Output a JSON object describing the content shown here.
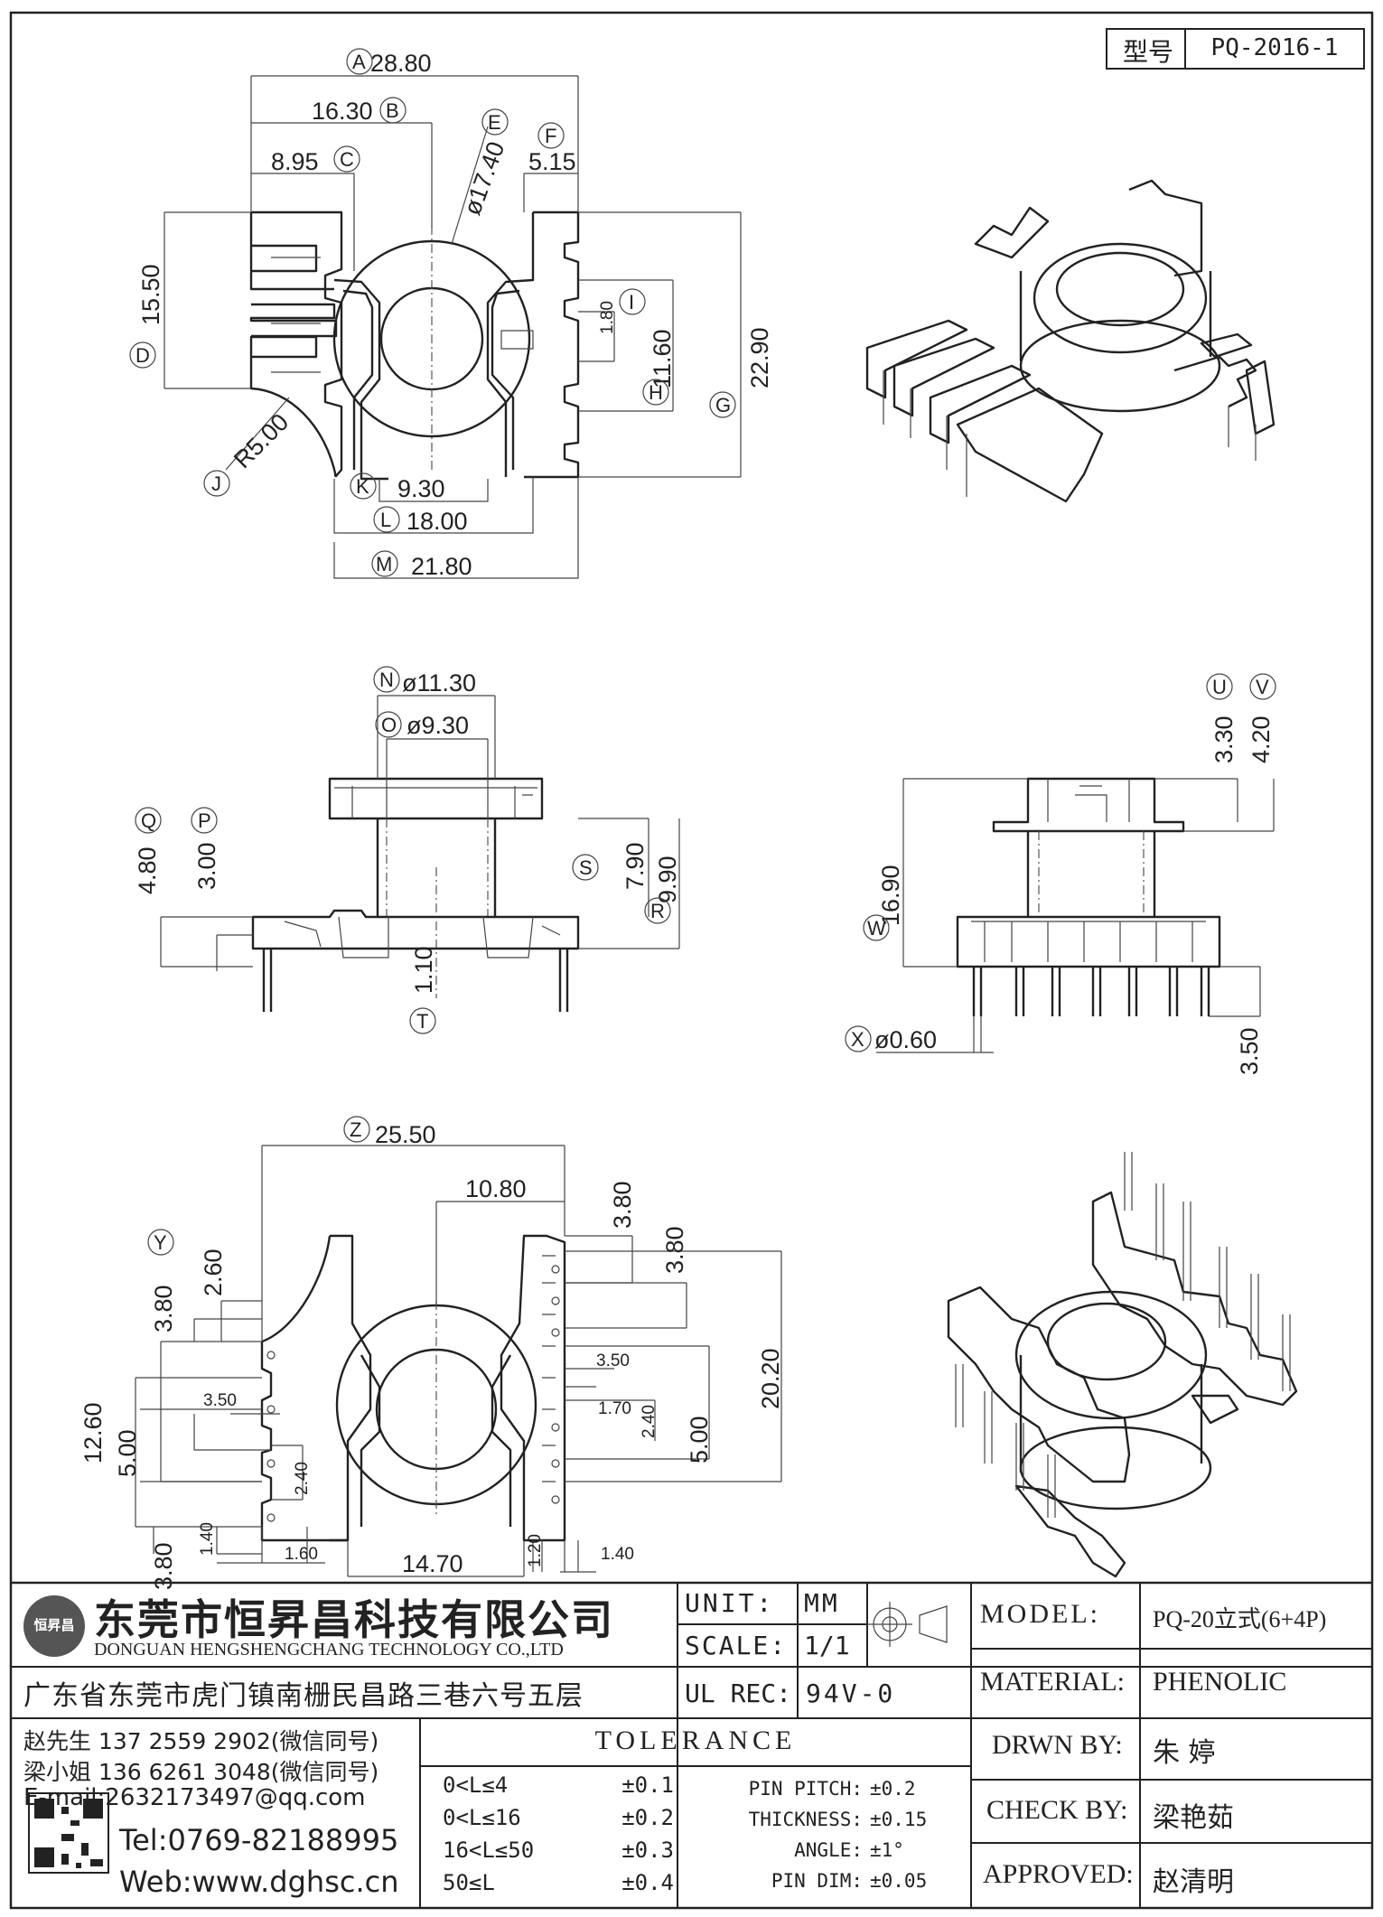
{
  "title_block": {
    "model_no_label": "型号",
    "model_no": "PQ-2016-1",
    "company_cn": "东莞市恒昇昌科技有限公司",
    "company_en": "DONGUAN HENGSHENGCHANG TECHNOLOGY CO.,LTD",
    "address": "广东省东莞市虎门镇南栅民昌路三巷六号五层",
    "logo_text": "恒昇昌",
    "unit_label": "UNIT:",
    "unit_value": "MM",
    "scale_label": "SCALE:",
    "scale_value": "1/1",
    "ulrec_label": "UL REC:",
    "ulrec_value": "94V-0",
    "model_label": "MODEL:",
    "model_value": "PQ-20立式(6+4P)",
    "material_label": "MATERIAL:",
    "material_value": "PHENOLIC",
    "drawn_label": "DRWN BY:",
    "drawn_value": "朱 婷",
    "check_label": "CHECK BY:",
    "check_value": "梁艳茹",
    "approved_label": "APPROVED:",
    "approved_value": "赵清明",
    "contact1": "赵先生 137 2559 2902(微信同号)",
    "contact2": "梁小姐 136 6261 3048(微信同号)",
    "email": "E-mail:2632173497@qq.com",
    "tel": "Tel:0769-82188995",
    "web": "Web:www.dghsc.cn",
    "tolerance_title": "TOLERANCE",
    "tolerances": [
      {
        "range": "0<L≤4",
        "value": "±0.1"
      },
      {
        "range": "0<L≤16",
        "value": "±0.2"
      },
      {
        "range": "16<L≤50",
        "value": "±0.3"
      },
      {
        "range": "50≤L",
        "value": "±0.4"
      }
    ],
    "extra_tol": [
      {
        "label": "PIN PITCH:",
        "value": "±0.2"
      },
      {
        "label": "THICKNESS:",
        "value": "±0.15"
      },
      {
        "label": "ANGLE:",
        "value": "±1°"
      },
      {
        "label": "PIN DIM:",
        "value": "±0.05"
      }
    ]
  },
  "dimensions": {
    "A": "28.80",
    "B": "16.30",
    "C": "8.95",
    "E": "ø17.40",
    "F": "5.15",
    "D": "15.50",
    "I": "1.80",
    "H": "11.60",
    "G": "22.90",
    "J": "R5.00",
    "K": "9.30",
    "L": "18.00",
    "M": "21.80",
    "N": "ø11.30",
    "O": "ø9.30",
    "Q": "4.80",
    "P": "3.00",
    "S": "7.90",
    "R": "9.90",
    "T": "1.10",
    "U": "3.30",
    "V": "4.20",
    "W": "16.90",
    "X": "ø0.60",
    "pin_len": "3.50",
    "Z": "25.50",
    "bot_10_80": "10.80",
    "bot_3_80a": "3.80",
    "bot_3_80b": "3.80",
    "bot_20_20": "20.20",
    "Y": "3.80",
    "bot_2_60": "2.60",
    "bot_12_60": "12.60",
    "bot_5_00l": "5.00",
    "bot_3_50l": "3.50",
    "bot_2_40l": "2.40",
    "bot_3_80l": "3.80",
    "bot_1_40l": "1.40",
    "bot_1_60": "1.60",
    "bot_14_70": "14.70",
    "bot_1_20": "1.20",
    "bot_1_40r": "1.40",
    "bot_3_50r": "3.50",
    "bot_1_70": "1.70",
    "bot_2_40r": "2.40",
    "bot_5_00r": "5.00"
  },
  "letters": [
    "A",
    "B",
    "C",
    "D",
    "E",
    "F",
    "G",
    "H",
    "I",
    "J",
    "K",
    "L",
    "M",
    "N",
    "O",
    "P",
    "Q",
    "R",
    "S",
    "T",
    "U",
    "V",
    "W",
    "X",
    "Y",
    "Z"
  ]
}
